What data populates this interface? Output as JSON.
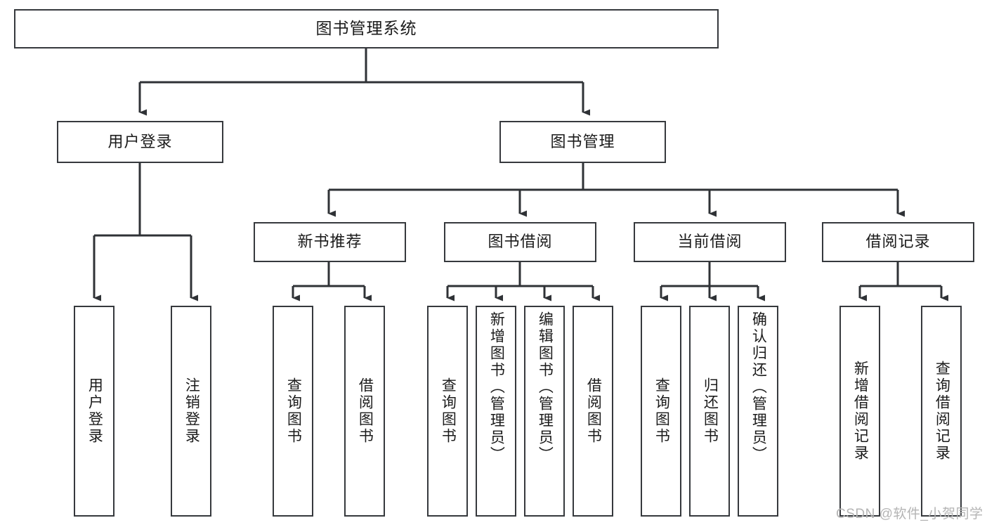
{
  "diagram": {
    "title": "图书管理系统",
    "type": "tree",
    "watermark": "CSDN @软件_小贺同学",
    "colors": {
      "border": "#36393d",
      "connector": "#2f3236",
      "background": "#ffffff",
      "text": "#1b1b1b",
      "watermark": "#b4b4b4"
    }
  },
  "nodes": {
    "root": {
      "label": "图书管理系统"
    },
    "level1": [
      {
        "id": "user-login",
        "label": "用户登录"
      },
      {
        "id": "book-manage",
        "label": "图书管理"
      }
    ],
    "level2": [
      {
        "id": "new-book-rec",
        "label": "新书推荐"
      },
      {
        "id": "book-borrow",
        "label": "图书借阅"
      },
      {
        "id": "current-borrow",
        "label": "当前借阅"
      },
      {
        "id": "borrow-record",
        "label": "借阅记录"
      }
    ],
    "leaves": {
      "user_login": [
        {
          "id": "leaf-user-login",
          "label": "用户登录"
        },
        {
          "id": "leaf-logout",
          "label": "注销登录"
        }
      ],
      "new_book_rec": [
        {
          "id": "leaf-query-book-1",
          "label": "查询图书"
        },
        {
          "id": "leaf-borrow-book-1",
          "label": "借阅图书"
        }
      ],
      "book_borrow": [
        {
          "id": "leaf-query-book-2",
          "label": "查询图书"
        },
        {
          "id": "leaf-add-book",
          "label": "新增图书（管理员）"
        },
        {
          "id": "leaf-edit-book",
          "label": "编辑图书（管理员）"
        },
        {
          "id": "leaf-borrow-book-2",
          "label": "借阅图书"
        }
      ],
      "current_borrow": [
        {
          "id": "leaf-query-book-3",
          "label": "查询图书"
        },
        {
          "id": "leaf-return-book",
          "label": "归还图书"
        },
        {
          "id": "leaf-confirm-return",
          "label": "确认归还（管理员）"
        }
      ],
      "borrow_record": [
        {
          "id": "leaf-add-record",
          "label": "新增借阅记录"
        },
        {
          "id": "leaf-query-record",
          "label": "查询借阅记录"
        }
      ]
    }
  }
}
